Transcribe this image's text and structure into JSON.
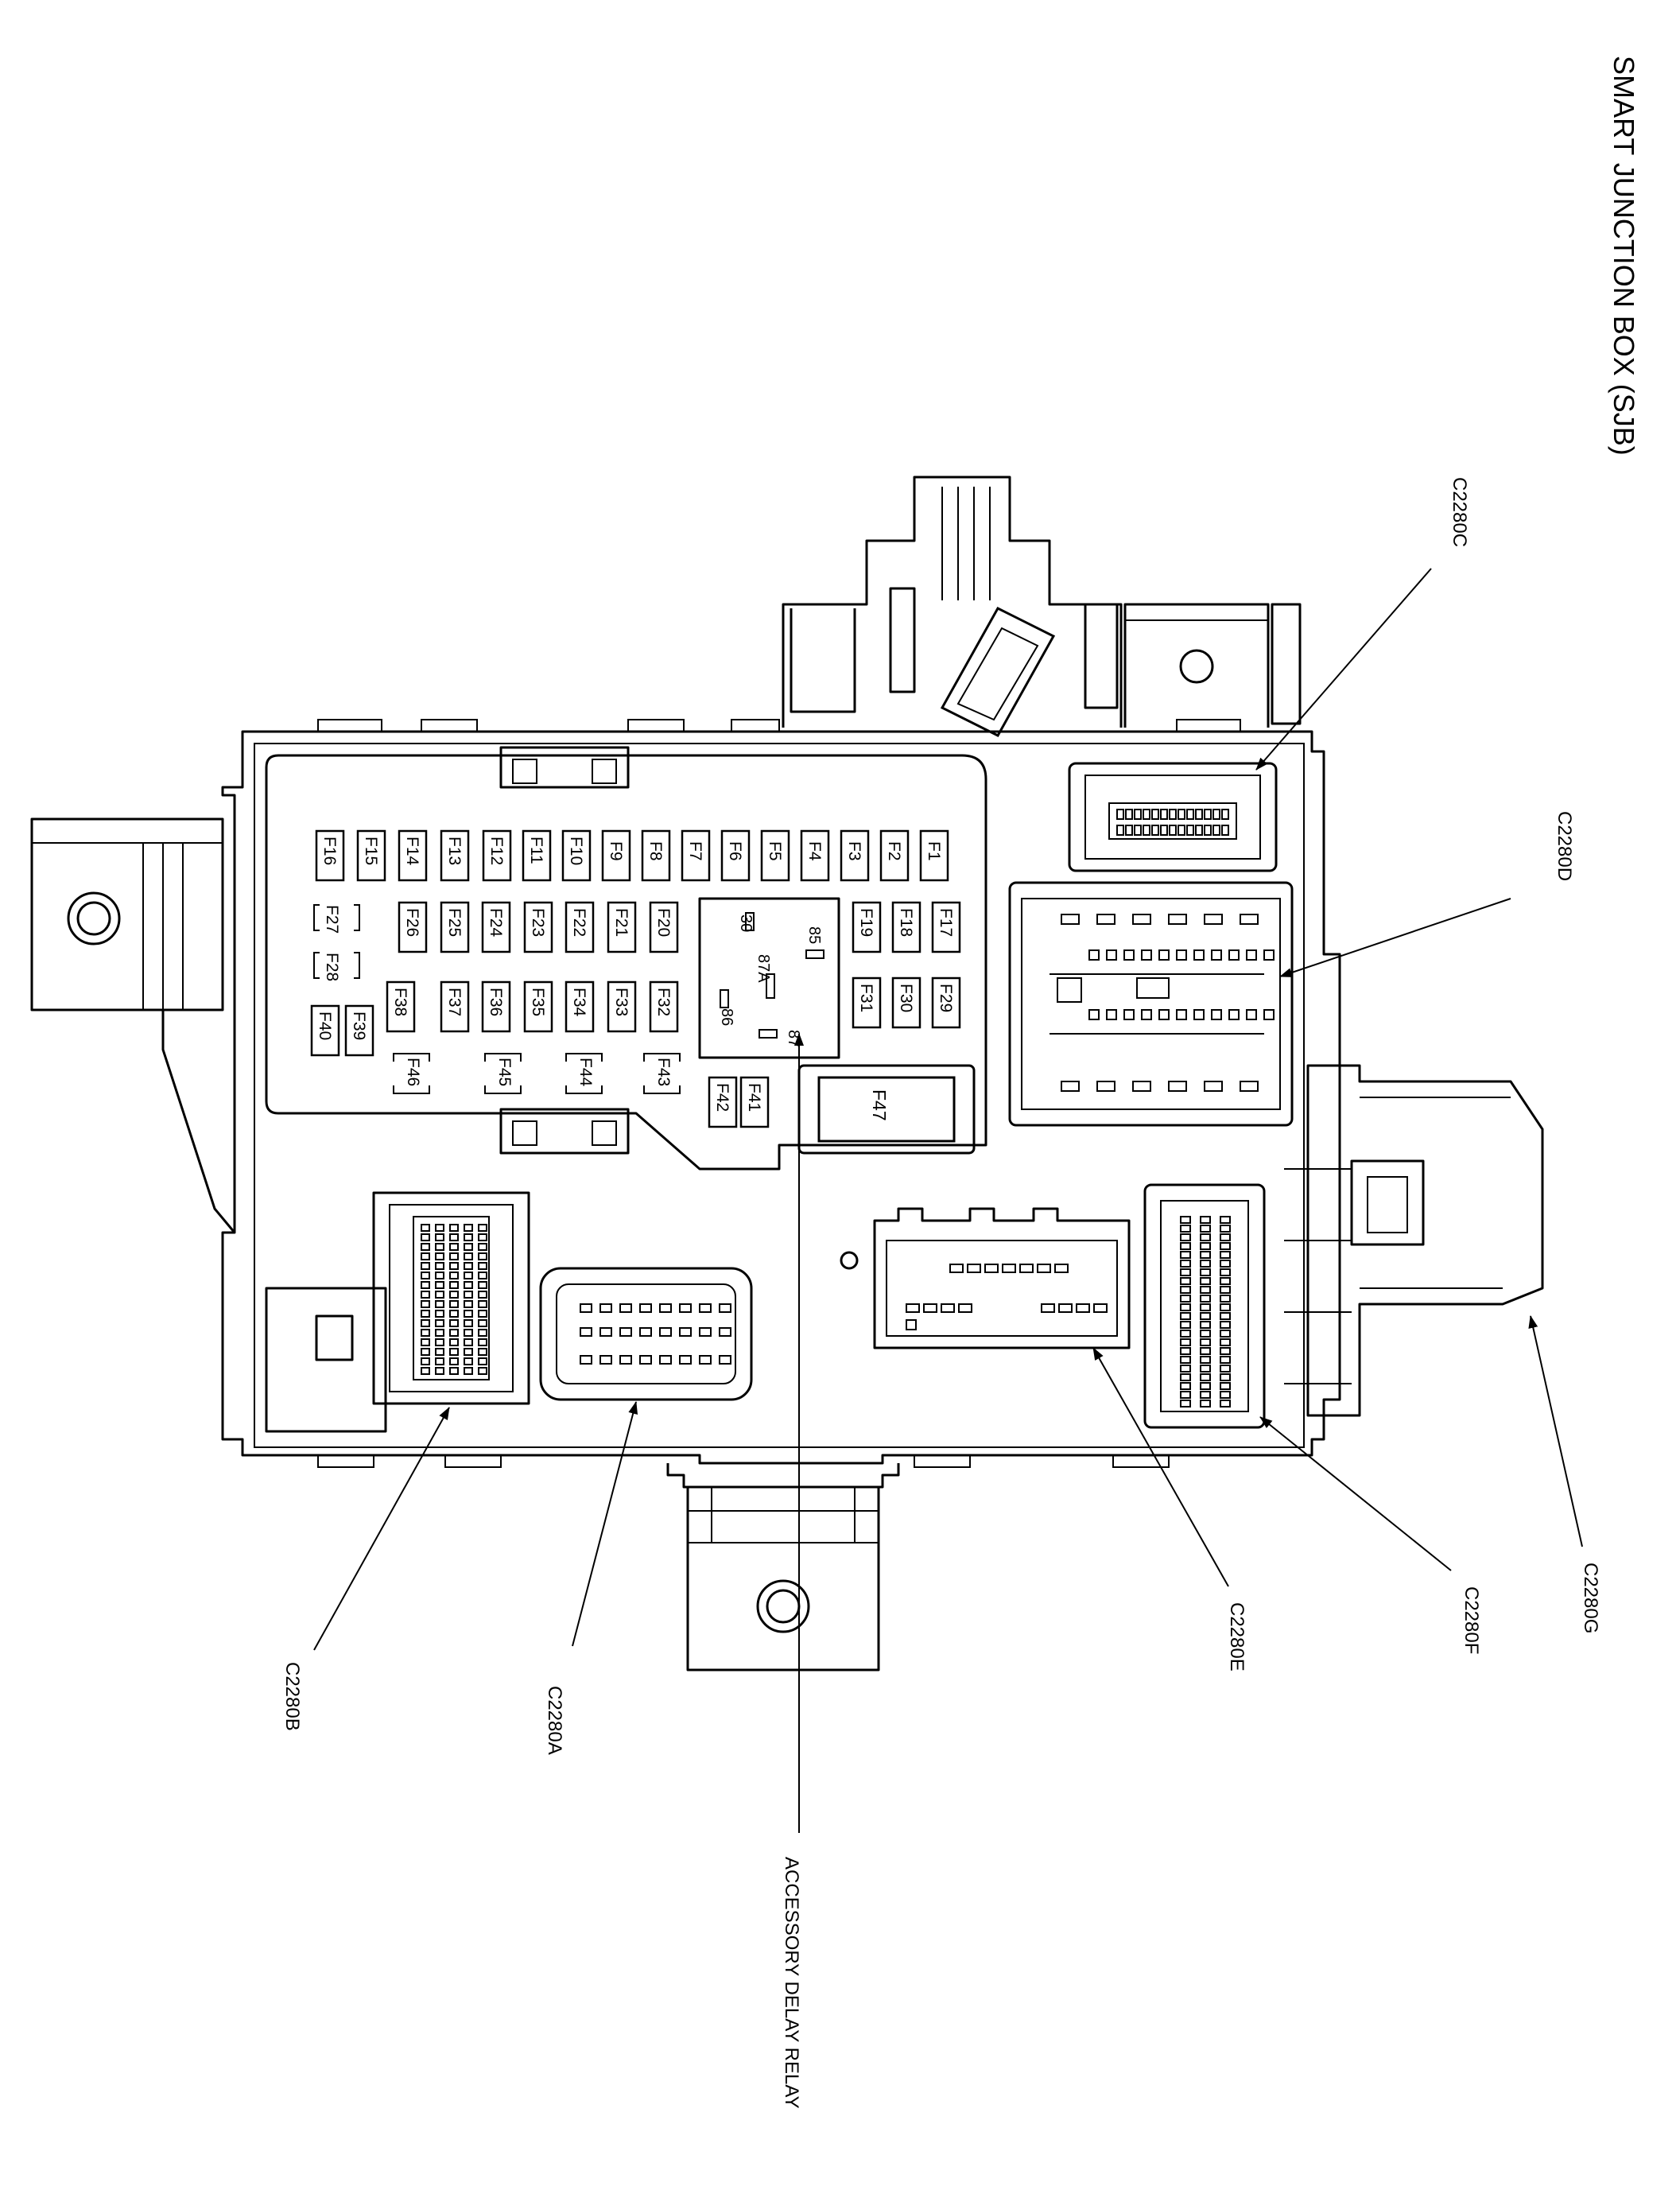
{
  "title": "SMART JUNCTION BOX (SJB)",
  "fuses": [
    {
      "id": "f1",
      "label": "F1"
    },
    {
      "id": "f2",
      "label": "F2"
    },
    {
      "id": "f3",
      "label": "F3"
    },
    {
      "id": "f4",
      "label": "F4"
    },
    {
      "id": "f5",
      "label": "F5"
    },
    {
      "id": "f6",
      "label": "F6"
    },
    {
      "id": "f7",
      "label": "F7"
    },
    {
      "id": "f8",
      "label": "F8"
    },
    {
      "id": "f9",
      "label": "F9"
    },
    {
      "id": "f10",
      "label": "F10"
    },
    {
      "id": "f11",
      "label": "F11"
    },
    {
      "id": "f12",
      "label": "F12"
    },
    {
      "id": "f13",
      "label": "F13"
    },
    {
      "id": "f14",
      "label": "F14"
    },
    {
      "id": "f15",
      "label": "F15"
    },
    {
      "id": "f16",
      "label": "F16"
    },
    {
      "id": "f17",
      "label": "F17"
    },
    {
      "id": "f18",
      "label": "F18"
    },
    {
      "id": "f19",
      "label": "F19"
    },
    {
      "id": "f20",
      "label": "F20"
    },
    {
      "id": "f21",
      "label": "F21"
    },
    {
      "id": "f22",
      "label": "F22"
    },
    {
      "id": "f23",
      "label": "F23"
    },
    {
      "id": "f24",
      "label": "F24"
    },
    {
      "id": "f25",
      "label": "F25"
    },
    {
      "id": "f26",
      "label": "F26"
    },
    {
      "id": "f27",
      "label": "F27"
    },
    {
      "id": "f28",
      "label": "F28"
    },
    {
      "id": "f29",
      "label": "F29"
    },
    {
      "id": "f30",
      "label": "F30"
    },
    {
      "id": "f31",
      "label": "F31"
    },
    {
      "id": "f32",
      "label": "F32"
    },
    {
      "id": "f33",
      "label": "F33"
    },
    {
      "id": "f34",
      "label": "F34"
    },
    {
      "id": "f35",
      "label": "F35"
    },
    {
      "id": "f36",
      "label": "F36"
    },
    {
      "id": "f37",
      "label": "F37"
    },
    {
      "id": "f38",
      "label": "F38"
    },
    {
      "id": "f39",
      "label": "F39"
    },
    {
      "id": "f40",
      "label": "F40"
    },
    {
      "id": "f41",
      "label": "F41"
    },
    {
      "id": "f42",
      "label": "F42"
    },
    {
      "id": "f43",
      "label": "F43"
    },
    {
      "id": "f44",
      "label": "F44"
    },
    {
      "id": "f45",
      "label": "F45"
    },
    {
      "id": "f46",
      "label": "F46"
    },
    {
      "id": "f47",
      "label": "F47"
    }
  ],
  "relay": {
    "terminals": {
      "t30": "30",
      "t85": "85",
      "t87a": "87A",
      "t86": "86",
      "t87": "87"
    }
  },
  "labels": {
    "c2280a": "C2280A",
    "c2280b": "C2280B",
    "c2280c": "C2280C",
    "c2280d": "C2280D",
    "c2280e": "C2280E",
    "c2280f": "C2280F",
    "c2280g": "C2280G",
    "accessory_delay_relay": "ACCESSORY DELAY RELAY"
  }
}
